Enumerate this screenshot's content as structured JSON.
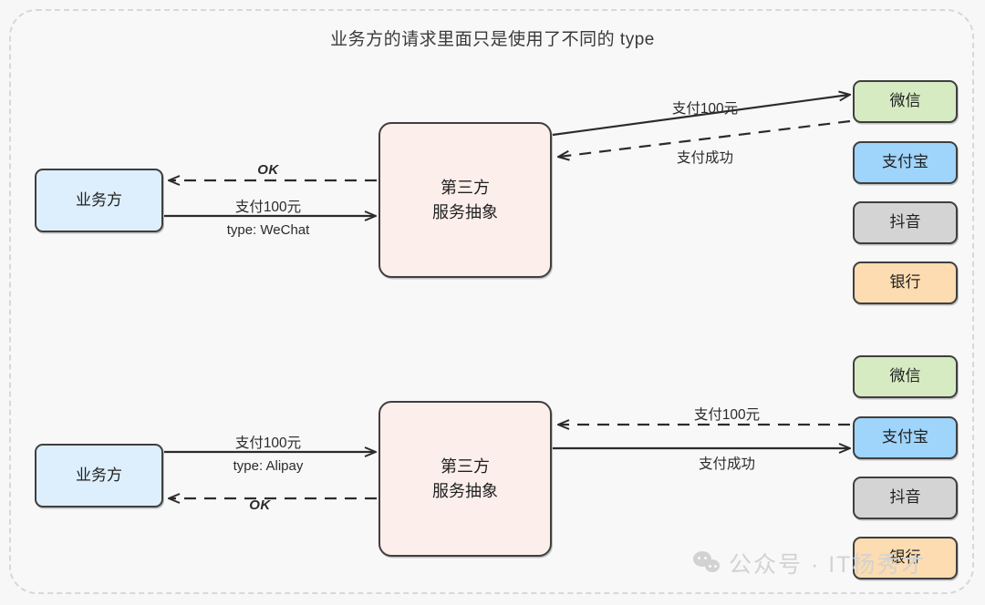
{
  "title": "业务方的请求里面只是使用了不同的 type",
  "nodes": {
    "biz_label": "业务方",
    "abstraction_line1": "第三方",
    "abstraction_line2": "服务抽象",
    "wechat": "微信",
    "alipay": "支付宝",
    "douyin": "抖音",
    "bank": "银行"
  },
  "top_flow": {
    "ok": "OK",
    "pay_amount": "支付100元",
    "type": "type: WeChat",
    "provider_request": "支付100元",
    "provider_response": "支付成功"
  },
  "bottom_flow": {
    "pay_amount": "支付100元",
    "type": "type: Alipay",
    "ok": "OK",
    "provider_request": "支付100元",
    "provider_response": "支付成功"
  },
  "watermark": {
    "text": "公众号 · IT杨秀才",
    "icon": "wechat-logo-icon"
  },
  "colors": {
    "business": "#ddeefc",
    "abstraction": "#fcefeb",
    "wechat": "#d6ebc2",
    "alipay": "#9fd4fb",
    "douyin": "#d4d4d4",
    "bank": "#fcdcb0",
    "stroke": "#3f3f3f",
    "frame": "#d8d8d8"
  }
}
